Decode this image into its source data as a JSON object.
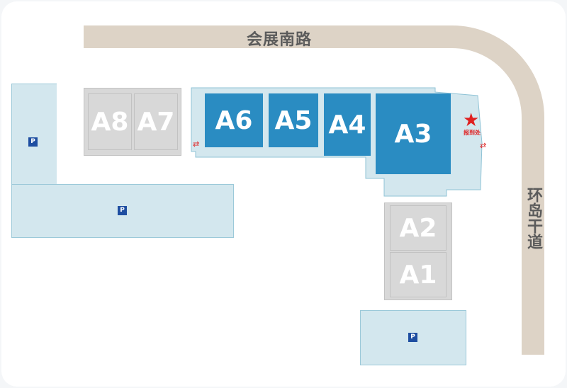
{
  "roads": {
    "north": "会展南路",
    "east": "环岛干道"
  },
  "halls": {
    "a1": "A1",
    "a2": "A2",
    "a3": "A3",
    "a4": "A4",
    "a5": "A5",
    "a6": "A6",
    "a7": "A7",
    "a8": "A8"
  },
  "highlighted_halls": [
    "A3",
    "A4",
    "A5",
    "A6"
  ],
  "parking": {
    "label": "P",
    "lots": 3
  },
  "registration": {
    "label": "报到处",
    "icon": "star-icon"
  },
  "colors": {
    "active_hall": "#2a8cc2",
    "inactive_hall": "#d8d8d8",
    "highlight_zone": "#d3e7ee",
    "road": "#ddd3c6",
    "marker": "#e02020",
    "parking": "#1e4ea1"
  }
}
